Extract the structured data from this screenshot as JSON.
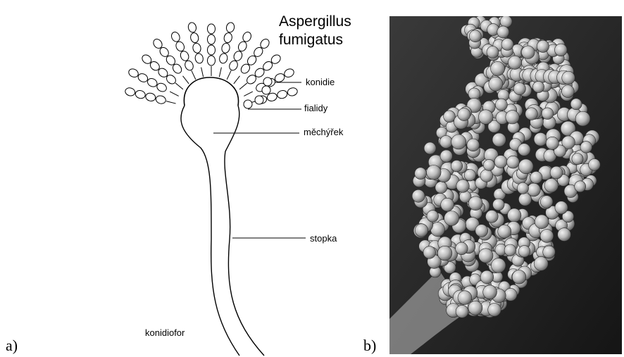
{
  "panels": {
    "a_label": "a)",
    "b_label": "b)"
  },
  "diagram": {
    "title_line1": "Aspergillus",
    "title_line2": "fumigatus",
    "labels": {
      "konidie": "konidie",
      "fialidy": "fialidy",
      "mechyrek": "měchýřek",
      "stopka": "stopka",
      "konidiofor": "konidiofor"
    }
  },
  "colors": {
    "line": "#000000",
    "background": "#ffffff",
    "photo_dark": "#1e1e1e",
    "photo_spore": "#b9b9b9"
  }
}
